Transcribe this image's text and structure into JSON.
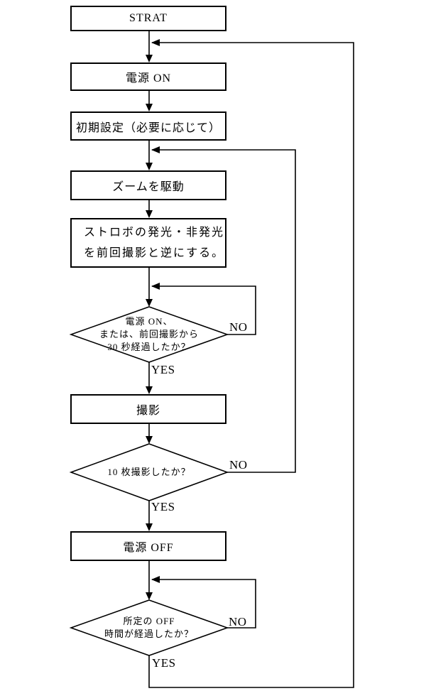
{
  "flowchart": {
    "colors": {
      "line": "#000000",
      "background": "#ffffff",
      "text": "#000000"
    },
    "nodes": {
      "start": {
        "label": "STRAT"
      },
      "power_on": {
        "label": "電源 ON"
      },
      "init_settings": {
        "label": "初期設定（必要に応じて）"
      },
      "drive_zoom": {
        "label": "ズームを駆動"
      },
      "strobe": {
        "lines": [
          "ストロボの発光・非発光",
          "を前回撮影と逆にする。"
        ]
      },
      "decision_power_or_30s": {
        "lines": [
          "電源 ON、",
          "または、前回撮影から",
          "30 秒経過したか？"
        ]
      },
      "shoot": {
        "label": "撮影"
      },
      "decision_10_shots": {
        "label": "10 枚撮影したか？"
      },
      "power_off": {
        "label": "電源 OFF"
      },
      "decision_off_time": {
        "lines": [
          "所定の OFF",
          "時間が経過したか？"
        ]
      }
    },
    "edge_labels": {
      "yes": "YES",
      "no": "NO"
    }
  }
}
